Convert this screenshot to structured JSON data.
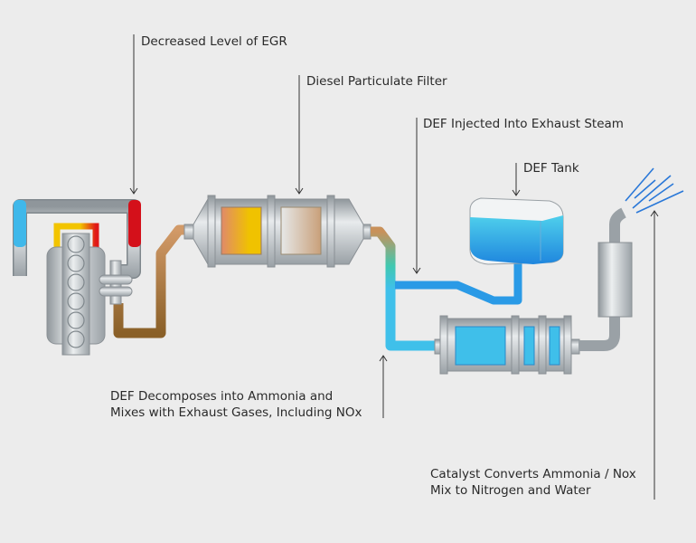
{
  "labels": {
    "egr": "Decreased Level of EGR",
    "dpf": "Diesel Particulate Filter",
    "def_injected": "DEF Injected Into Exhaust Steam",
    "def_tank": "DEF Tank",
    "decomposes_line1": "DEF Decomposes into Ammonia and",
    "decomposes_line2": "Mixes with Exhaust Gases, Including NOx",
    "catalyst_line1": "Catalyst Converts Ammonia / Nox",
    "catalyst_line2": "Mix to Nitrogen and Water"
  },
  "colors": {
    "background": "#ececec",
    "metal": "#b9bec2",
    "hot": "#d4101a",
    "cold": "#3fc0ea",
    "def_blue": "#1e7fe0",
    "exhaust_brown": "#c8915a",
    "leader_line": "#333333"
  }
}
